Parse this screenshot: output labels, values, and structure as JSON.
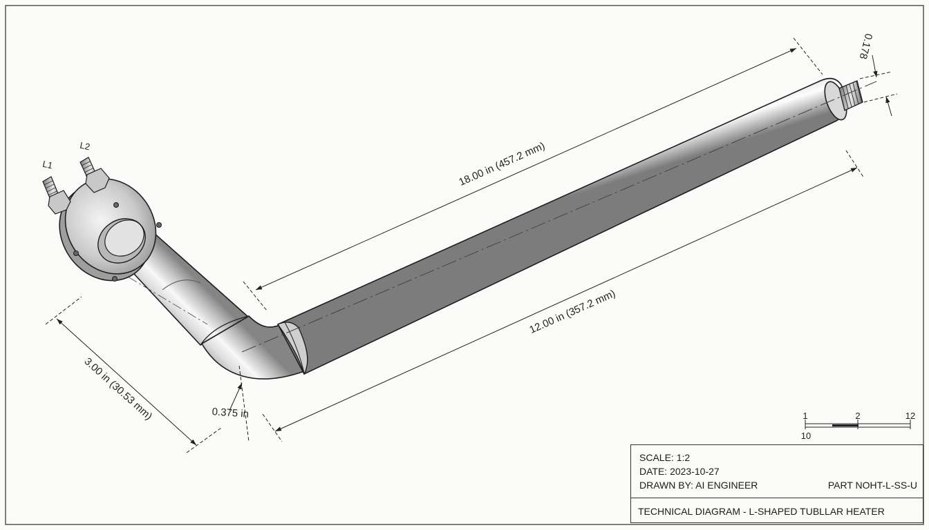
{
  "dimensions": {
    "total_length": "18.00 in (457.2 mm)",
    "straight_length": "12.00 in (357.2 mm)",
    "vertical_leg": "3.00 in (30.53 mm)",
    "tube_diameter": "0.375 in",
    "fitting_diameter": "0.178"
  },
  "terminals": {
    "l1": "L1",
    "l2": "L2"
  },
  "scale_bar": {
    "tick_1": "1",
    "tick_2": "2",
    "tick_3": "12",
    "tick_4": "10"
  },
  "title_block": {
    "scale": "SCALE: 1:2",
    "date": "DATE: 2023-10-27",
    "drawn_by": "DRAWN BY: AI ENGINEER",
    "part": "PART NOHT-L-SS-U",
    "title": "TECHNICAL DIAGRAM - L-SHAPED TUBLLAR HEATER"
  },
  "colors": {
    "line": "#1e1e1e",
    "metal_light": "#f2f2f2",
    "metal_mid": "#c4c4c4",
    "metal_dark": "#8a8a8a",
    "background": "#fbfbfa"
  }
}
